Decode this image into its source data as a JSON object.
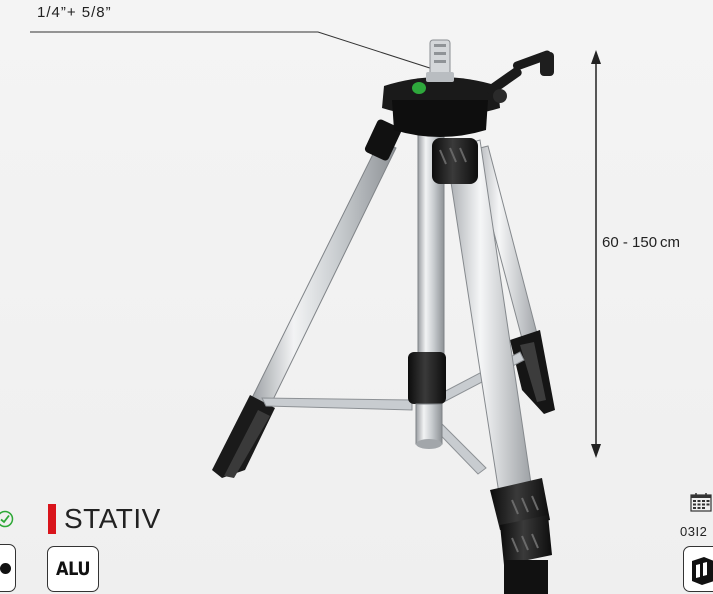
{
  "labels": {
    "thread": "1/4”+ 5/8”",
    "height": "60 - 150 cm"
  },
  "product": {
    "title": "STATIV",
    "material_badge": "ALU"
  },
  "info": {
    "date": "03I2"
  },
  "colors": {
    "accent_bar": "#d9141b",
    "check_green": "#2da836"
  },
  "icons": {
    "check": "check-circle-icon",
    "calendar": "calendar-icon",
    "partial_left": "partial-badge-icon",
    "partial_right": "box-badge-icon"
  }
}
